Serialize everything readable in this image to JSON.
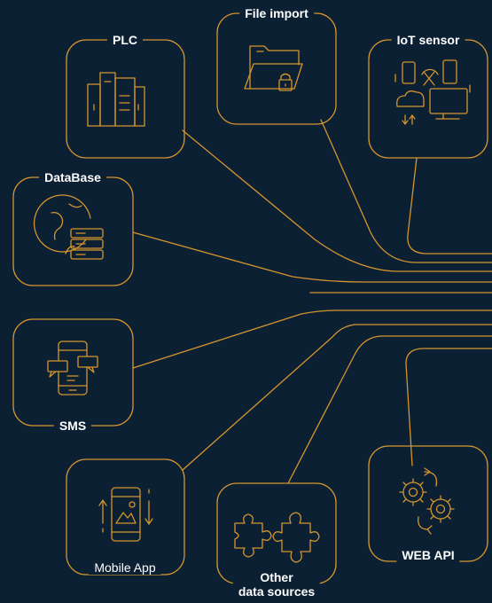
{
  "colors": {
    "background": "#0c2033",
    "accent": "#d4952f",
    "text": "#ffffff"
  },
  "nodes": {
    "plc": {
      "label": "PLC",
      "icon": "server-rack-icon"
    },
    "file_import": {
      "label": "File import",
      "icon": "folder-lock-icon"
    },
    "iot_sensor": {
      "label": "IoT sensor",
      "icon": "iot-devices-icon"
    },
    "database": {
      "label": "DataBase",
      "icon": "globe-database-icon"
    },
    "sms": {
      "label": "SMS",
      "icon": "phone-chat-icon"
    },
    "mobile_app": {
      "label": "Mobile App",
      "icon": "mobile-app-icon"
    },
    "other": {
      "label_line1": "Other",
      "label_line2": "data sources",
      "icon": "puzzle-icon"
    },
    "web_api": {
      "label": "WEB API",
      "icon": "gears-cycle-icon"
    }
  }
}
